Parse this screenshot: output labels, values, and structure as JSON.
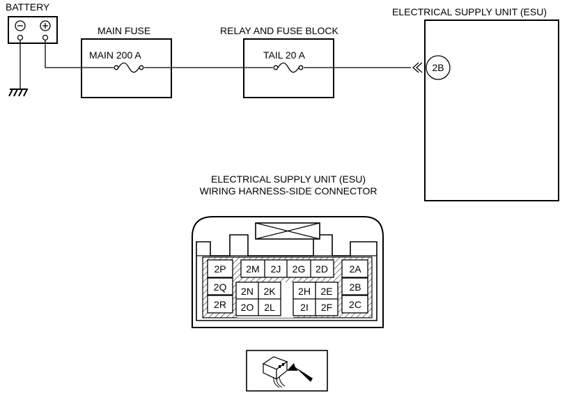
{
  "battery": {
    "label": "BATTERY",
    "negative_symbol": "⊖",
    "positive_symbol": "⊕"
  },
  "main_fuse": {
    "label": "MAIN FUSE",
    "rating": "MAIN 200 A"
  },
  "relay_block": {
    "label": "RELAY AND FUSE BLOCK",
    "rating": "TAIL 20 A"
  },
  "esu": {
    "label": "ELECTRICAL SUPPLY UNIT (ESU)",
    "terminal": "2B"
  },
  "connector": {
    "title_line1": "ELECTRICAL SUPPLY UNIT (ESU)",
    "title_line2": "WIRING HARNESS-SIDE CONNECTOR",
    "pins": {
      "p2P": "2P",
      "p2Q": "2Q",
      "p2R": "2R",
      "p2M": "2M",
      "p2J": "2J",
      "p2G": "2G",
      "p2D": "2D",
      "p2N": "2N",
      "p2K": "2K",
      "p2O": "2O",
      "p2L": "2L",
      "p2H": "2H",
      "p2E": "2E",
      "p2I": "2I",
      "p2F": "2F",
      "p2A": "2A",
      "p2B": "2B",
      "p2C": "2C"
    }
  }
}
